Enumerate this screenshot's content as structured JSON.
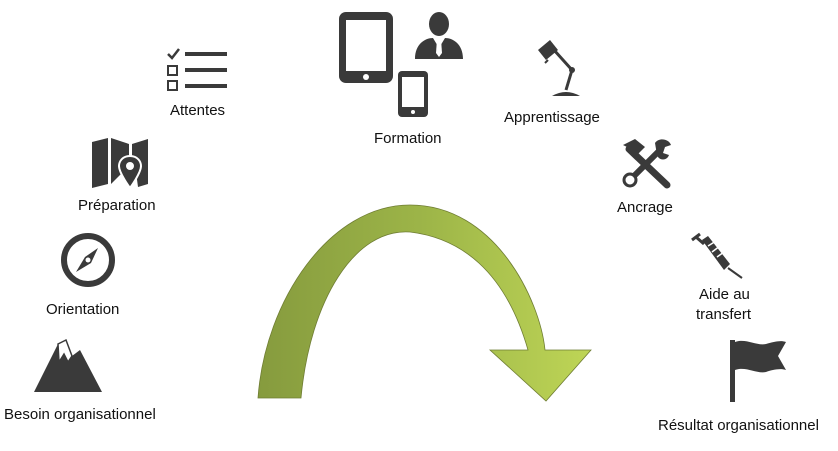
{
  "steps": {
    "attentes": {
      "label": "Attentes",
      "icon": "checklist-icon"
    },
    "preparation": {
      "label": "Préparation",
      "icon": "map-pin-icon"
    },
    "orientation": {
      "label": "Orientation",
      "icon": "compass-icon"
    },
    "besoin": {
      "label": "Besoin organisationnel",
      "icon": "mountain-icon"
    },
    "formation": {
      "label": "Formation",
      "icons": [
        "tablet-icon",
        "person-icon",
        "phone-icon"
      ]
    },
    "apprentissage": {
      "label": "Apprentissage",
      "icon": "desk-lamp-icon"
    },
    "ancrage": {
      "label": "Ancrage",
      "icon": "hammer-wrench-icon"
    },
    "aide": {
      "label_line1": "Aide au",
      "label_line2": "transfert",
      "icon": "syringe-icon"
    },
    "resultat": {
      "label": "Résultat organisationnel",
      "icon": "flag-icon"
    }
  },
  "colors": {
    "icon": "#3a3a3a",
    "arrow_dark": "#8aa043",
    "arrow_light": "#b7cf52"
  }
}
